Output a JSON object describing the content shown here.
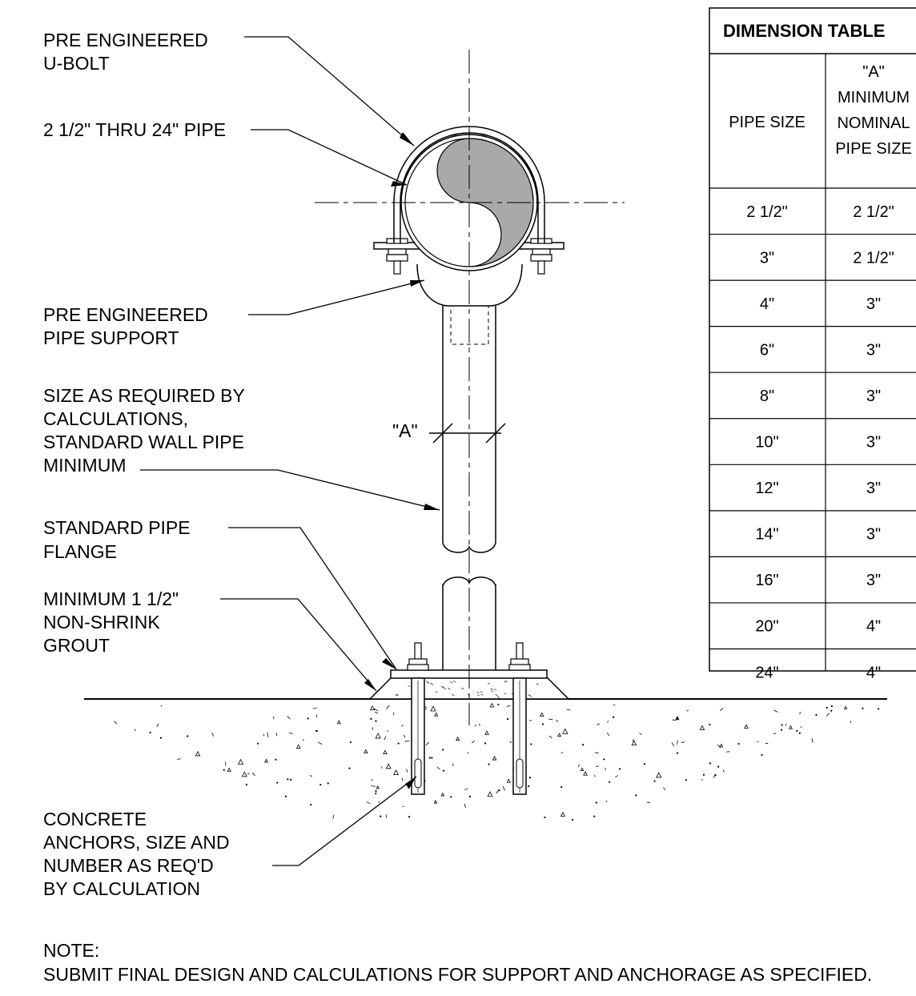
{
  "callouts": {
    "ubolt": [
      "PRE ENGINEERED",
      "U-BOLT"
    ],
    "pipe": [
      "2 1/2\" THRU 24\" PIPE"
    ],
    "support": [
      "PRE ENGINEERED",
      "PIPE SUPPORT"
    ],
    "size": [
      "SIZE AS REQUIRED BY",
      "CALCULATIONS,",
      "STANDARD WALL PIPE",
      "MINIMUM"
    ],
    "flange": [
      "STANDARD PIPE",
      "FLANGE"
    ],
    "grout": [
      "MINIMUM 1 1/2\"",
      "NON-SHRINK",
      "GROUT"
    ],
    "anchors": [
      "CONCRETE",
      "ANCHORS, SIZE AND",
      "NUMBER AS REQ'D",
      "BY CALCULATION"
    ]
  },
  "dimension_label": "\"A\"",
  "table": {
    "title": "DIMENSION TABLE",
    "col1_header": "PIPE SIZE",
    "col2_header": [
      "\"A\"",
      "MINIMUM",
      "NOMINAL",
      "PIPE SIZE"
    ],
    "rows": [
      [
        "2 1/2\"",
        "2 1/2\""
      ],
      [
        "3\"",
        "2 1/2\""
      ],
      [
        "4\"",
        "3\""
      ],
      [
        "6\"",
        "3\""
      ],
      [
        "8\"",
        "3\""
      ],
      [
        "10\"",
        "3\""
      ],
      [
        "12\"",
        "3\""
      ],
      [
        "14\"",
        "3\""
      ],
      [
        "16\"",
        "3\""
      ],
      [
        "20\"",
        "4\""
      ],
      [
        "24\"",
        "4\""
      ]
    ]
  },
  "note": {
    "heading": "NOTE:",
    "text": "SUBMIT FINAL DESIGN AND CALCULATIONS FOR SUPPORT AND ANCHORAGE AS SPECIFIED."
  }
}
